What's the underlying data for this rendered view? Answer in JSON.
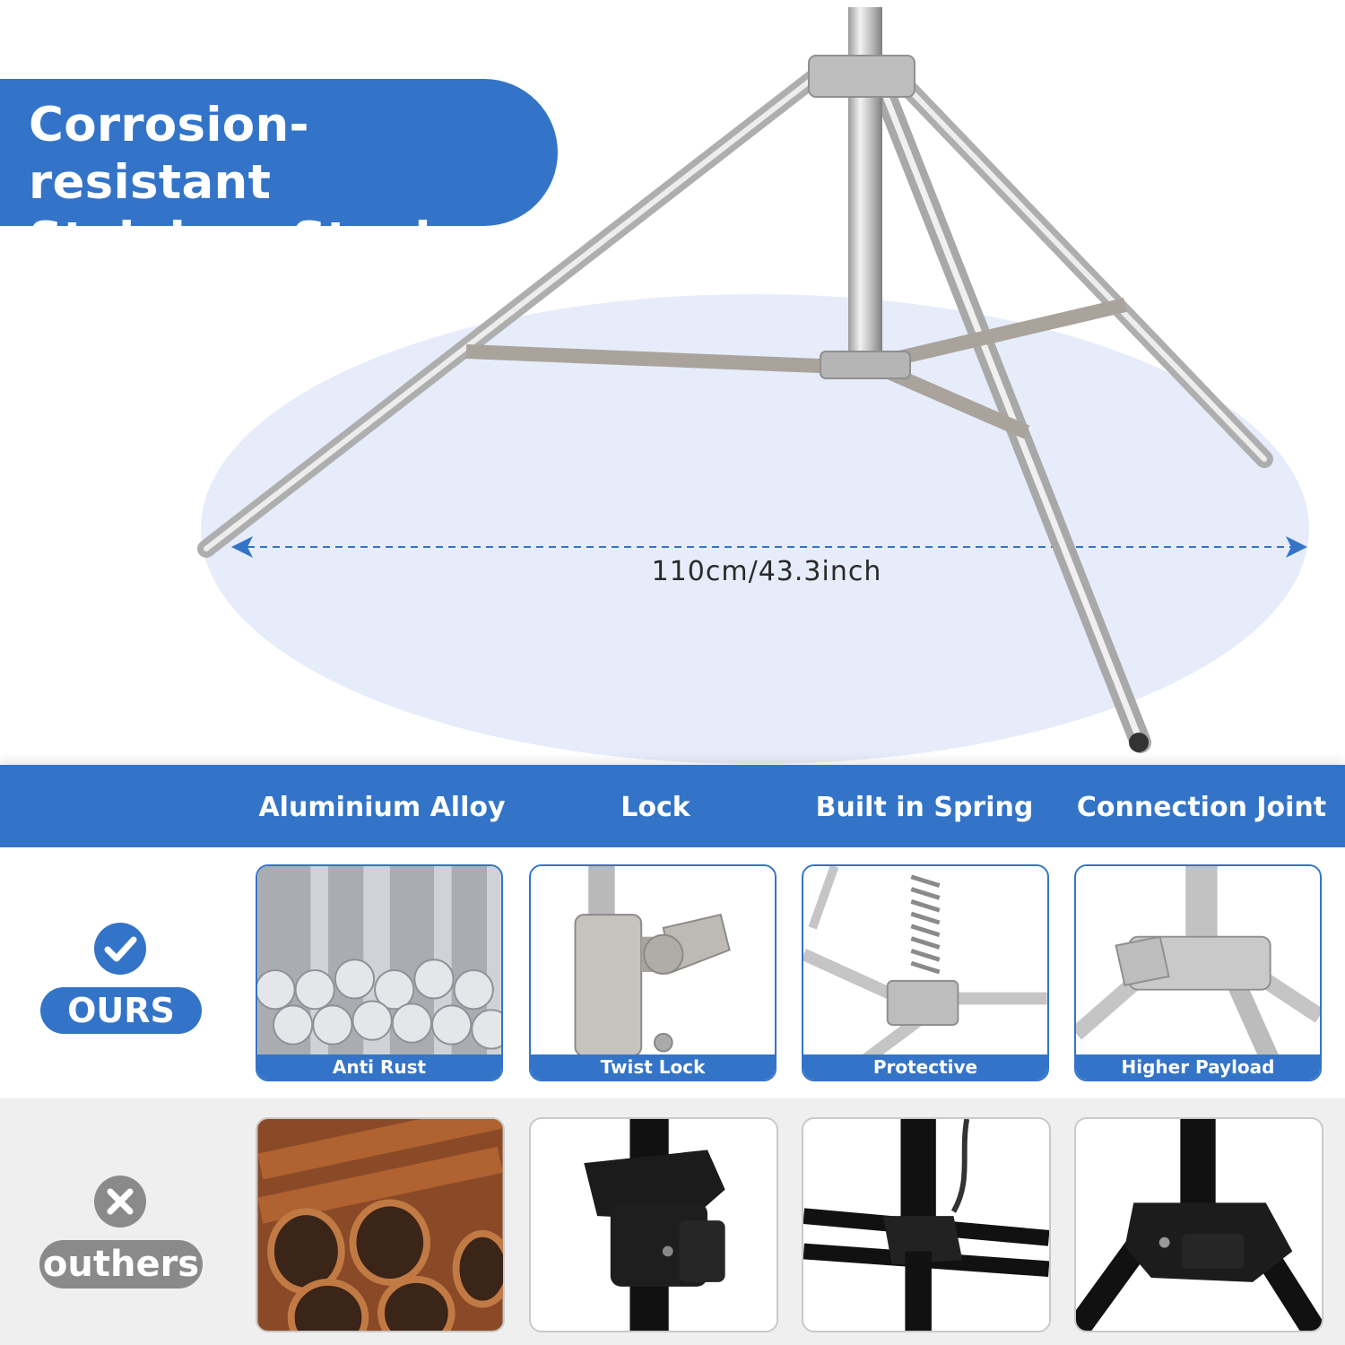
{
  "hero": {
    "title_line1": "Corrosion-resistant",
    "title_line2": "Stainless Steel",
    "dimension": "110cm/43.3inch"
  },
  "comparison": {
    "columns": [
      "Aluminium Alloy",
      "Lock",
      "Built in Spring",
      "Connection Joint"
    ],
    "ours": {
      "label": "OURS",
      "icon": "check-icon",
      "captions": [
        "Anti Rust",
        "Twist Lock",
        "Protective",
        "Higher Payload"
      ]
    },
    "others": {
      "label": "outhers",
      "icon": "x-icon"
    }
  },
  "colors": {
    "accent": "#3374c8",
    "steel": "#c7c7c7",
    "others_gray": "#8a8a8a"
  }
}
